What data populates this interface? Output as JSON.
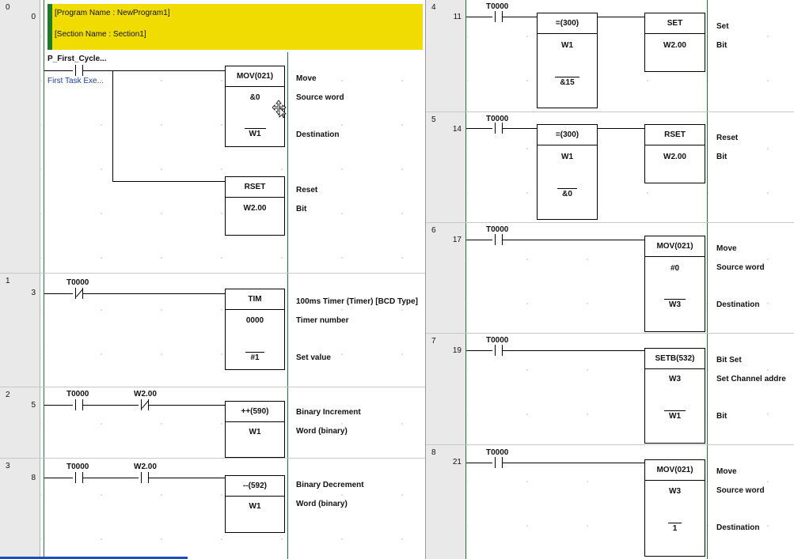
{
  "header": {
    "program_name": "[Program Name : NewProgram1]",
    "section_name": "[Section Name : Section1]"
  },
  "colors": {
    "header_bg": "#f1dc00",
    "power_rail": "#1f7a2e",
    "comment_text": "#1a3fa8",
    "rung_header_bg": "#e9e9e9"
  },
  "rungs_left": [
    {
      "rung": "0",
      "step": "0",
      "contact_label": "P_First_Cycle...",
      "contact_comment": "First Task Exe...",
      "instr1": {
        "name": "MOV(021)",
        "op1": "&0",
        "op2": "W1",
        "d0": "Move",
        "d1": "Source word",
        "d2": "Destination"
      },
      "instr2": {
        "name": "RSET",
        "op1": "W2.00",
        "d0": "Reset",
        "d1": "Bit"
      }
    },
    {
      "rung": "1",
      "step": "3",
      "contact_label": "T0000",
      "instr": {
        "name": "TIM",
        "op1": "0000",
        "op2": "#1",
        "d0": "100ms Timer (Timer) [BCD Type]",
        "d1": "Timer number",
        "d2": "Set value"
      }
    },
    {
      "rung": "2",
      "step": "5",
      "contact1_label": "T0000",
      "contact2_label": "W2.00",
      "instr": {
        "name": "++(590)",
        "op1": "W1",
        "d0": "Binary Increment",
        "d1": "Word (binary)"
      }
    },
    {
      "rung": "3",
      "step": "8",
      "contact1_label": "T0000",
      "contact2_label": "W2.00",
      "instr": {
        "name": "--(592)",
        "op1": "W1",
        "d0": "Binary Decrement",
        "d1": "Word (binary)"
      }
    }
  ],
  "rungs_right": [
    {
      "rung": "4",
      "step": "11",
      "contact_label": "T0000",
      "cmp": {
        "name": "=(300)",
        "op1": "W1",
        "op2": "&15"
      },
      "out": {
        "name": "SET",
        "op1": "W2.00",
        "d0": "Set",
        "d1": "Bit"
      }
    },
    {
      "rung": "5",
      "step": "14",
      "contact_label": "T0000",
      "cmp": {
        "name": "=(300)",
        "op1": "W1",
        "op2": "&0"
      },
      "out": {
        "name": "RSET",
        "op1": "W2.00",
        "d0": "Reset",
        "d1": "Bit"
      }
    },
    {
      "rung": "6",
      "step": "17",
      "contact_label": "T0000",
      "instr": {
        "name": "MOV(021)",
        "op1": "#0",
        "op2": "W3",
        "d0": "Move",
        "d1": "Source word",
        "d2": "Destination"
      }
    },
    {
      "rung": "7",
      "step": "19",
      "contact_label": "T0000",
      "instr": {
        "name": "SETB(532)",
        "op1": "W3",
        "op2": "W1",
        "d0": "Bit Set",
        "d1": "Set Channel addre",
        "d2": "Bit"
      }
    },
    {
      "rung": "8",
      "step": "21",
      "contact_label": "T0000",
      "instr": {
        "name": "MOV(021)",
        "op1": "W3",
        "op2": "1",
        "d0": "Move",
        "d1": "Source word",
        "d2": "Destination"
      }
    }
  ]
}
